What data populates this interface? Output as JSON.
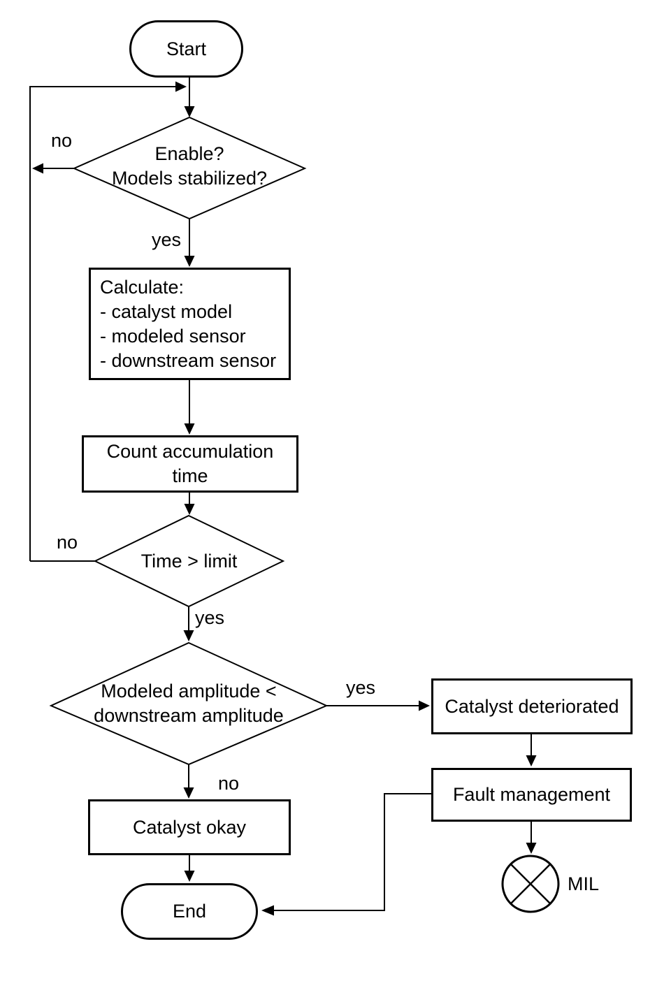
{
  "nodes": {
    "start": {
      "label": "Start"
    },
    "enable": {
      "line1": "Enable?",
      "line2": "Models stabilized?"
    },
    "calculate": {
      "line1": "Calculate:",
      "line2": "- catalyst model",
      "line3": "- modeled sensor",
      "line4": "- downstream sensor"
    },
    "count": {
      "line1": "Count accumulation",
      "line2": "time"
    },
    "time": {
      "label": "Time > limit"
    },
    "amplitude": {
      "line1": "Modeled amplitude <",
      "line2": "downstream amplitude"
    },
    "deteriorated": {
      "label": "Catalyst deteriorated"
    },
    "fault": {
      "label": "Fault management"
    },
    "okay": {
      "label": "Catalyst okay"
    },
    "end": {
      "label": "End"
    },
    "mil": {
      "label": "MIL"
    }
  },
  "edge_labels": {
    "enable_no": "no",
    "enable_yes": "yes",
    "time_no": "no",
    "time_yes": "yes",
    "amplitude_yes": "yes",
    "amplitude_no": "no"
  },
  "colors": {
    "line": "#000000",
    "background": "#ffffff",
    "text": "#000000"
  }
}
